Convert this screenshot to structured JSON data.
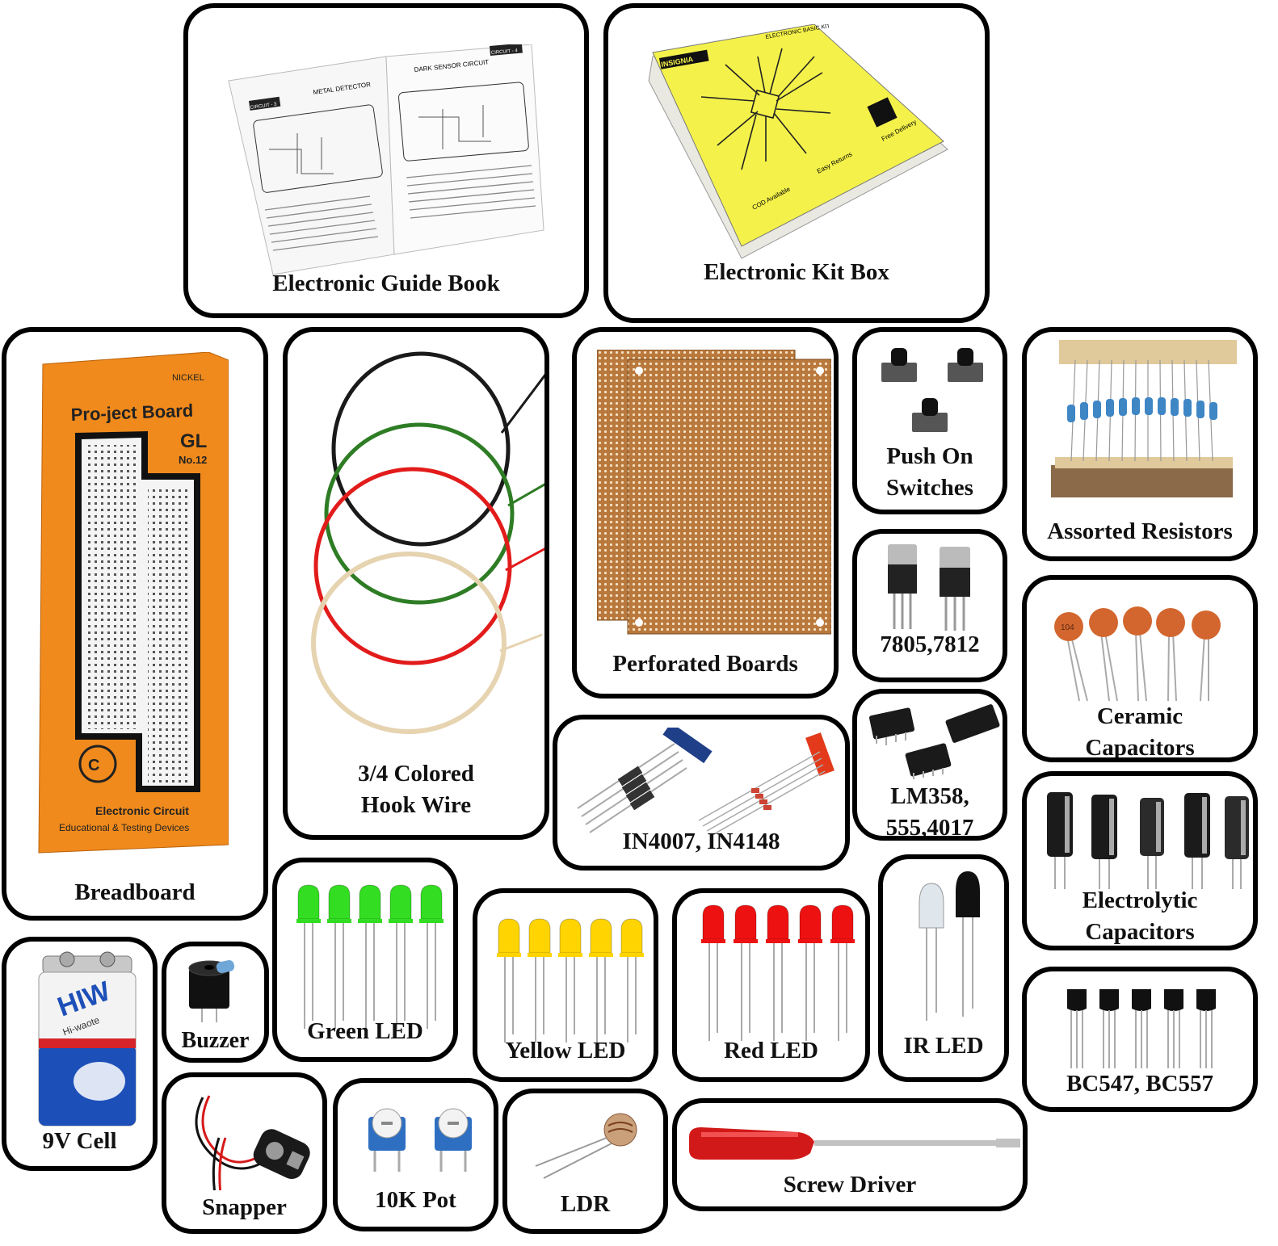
{
  "items": {
    "guide_book": {
      "label": "Electronic Guide  Book"
    },
    "kit_box": {
      "label": "Electronic Kit Box"
    },
    "breadboard": {
      "label": "Breadboard"
    },
    "hook_wire": {
      "label_line1": "3/4 Colored",
      "label_line2": "Hook Wire"
    },
    "perf_boards": {
      "label": "Perforated Boards"
    },
    "push_switches": {
      "label_line1": "Push On",
      "label_line2": "Switches"
    },
    "resistors": {
      "label": "Assorted Resistors"
    },
    "regulators": {
      "label": "7805,7812"
    },
    "ceramic_caps": {
      "label_line1": "Ceramic",
      "label_line2": "Capacitors"
    },
    "diodes": {
      "label": "IN4007, IN4148"
    },
    "ics": {
      "label_line1": "LM358,",
      "label_line2": "555,4017"
    },
    "electrolytic_caps": {
      "label_line1": "Electrolytic",
      "label_line2": "Capacitors"
    },
    "green_led": {
      "label": "Green LED"
    },
    "yellow_led": {
      "label": "Yellow LED"
    },
    "red_led": {
      "label": "Red LED"
    },
    "ir_led": {
      "label": "IR LED"
    },
    "transistors": {
      "label": "BC547, BC557"
    },
    "battery": {
      "label": "9V Cell"
    },
    "buzzer": {
      "label": "Buzzer"
    },
    "snapper": {
      "label": "Snapper"
    },
    "pot": {
      "label": "10K Pot"
    },
    "ldr": {
      "label": "LDR"
    },
    "screwdriver": {
      "label": "Screw Driver"
    }
  },
  "printed": {
    "book_left_heading": "METAL DETECTOR",
    "book_right_heading": "DARK SENSOR CIRCUIT",
    "book_left_tag": "CIRCUIT - 3",
    "book_right_tag": "CIRCUIT - 4",
    "box_brand": "INSIGNIA",
    "box_title": "ELECTRONIC BASIC KIT",
    "box_cod": "COD Available",
    "box_returns": "Easy Returns",
    "box_delivery": "Free Delivery",
    "breadboard_nickel": "NICKEL",
    "breadboard_title": "Pro-ject Board",
    "breadboard_gl": "GL",
    "breadboard_no": "No.12",
    "breadboard_sub1": "Electronic  Circuit",
    "breadboard_sub2": "Educational  &  Testing  Devices",
    "battery_brand": "HIW",
    "battery_sub": "Hi-waote",
    "cap_code": "104"
  },
  "colors": {
    "green_led": "#33dd22",
    "yellow_led": "#ffd400",
    "red_led": "#ee1111",
    "orange_box": "#f08a1c",
    "kit_yellow": "#f4f24a",
    "pcb_brown": "#b9783c"
  }
}
